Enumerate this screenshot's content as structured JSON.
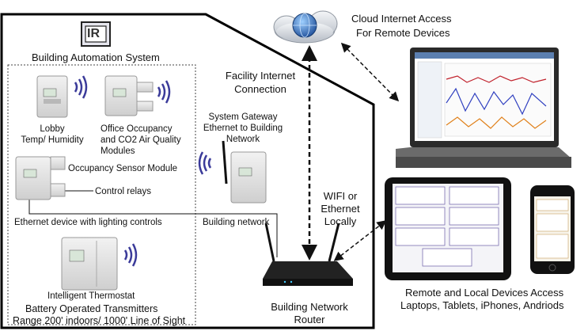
{
  "logo_letters": "IR",
  "bas_title": "Building Automation System",
  "cloud_title": [
    "Cloud Internet Access",
    "For Remote Devices"
  ],
  "facility": [
    "Facility Internet",
    "Connection"
  ],
  "gateway": [
    "System Gateway",
    "Ethernet to Building",
    "Network"
  ],
  "lobby": [
    "Lobby",
    "Temp/ Humidity"
  ],
  "office": [
    "Office Occupancy",
    "and CO2 Air Quality",
    "Modules"
  ],
  "occupancy_module": "Occupancy Sensor Module",
  "control_relays": "Control relays",
  "ethernet_device": "Ethernet device with lighting controls",
  "building_network": "Building network",
  "thermostat": "Intelligent Thermostat",
  "battery": [
    "Battery Operated Transmitters",
    "Range 200' indoors/ 1000' Line of Sight"
  ],
  "wifi": [
    "WIFI or",
    "Ethernet",
    "Locally"
  ],
  "router": [
    "Building Network",
    "Router"
  ],
  "remote": [
    "Remote and Local Devices Access",
    "Laptops, Tablets, iPhones, Andriods"
  ],
  "colors": {
    "wifi_wave": "#3b3b9a",
    "cloud": "#c9ced6",
    "globe": "#2f6fc4",
    "router": "#1a1a1a"
  }
}
